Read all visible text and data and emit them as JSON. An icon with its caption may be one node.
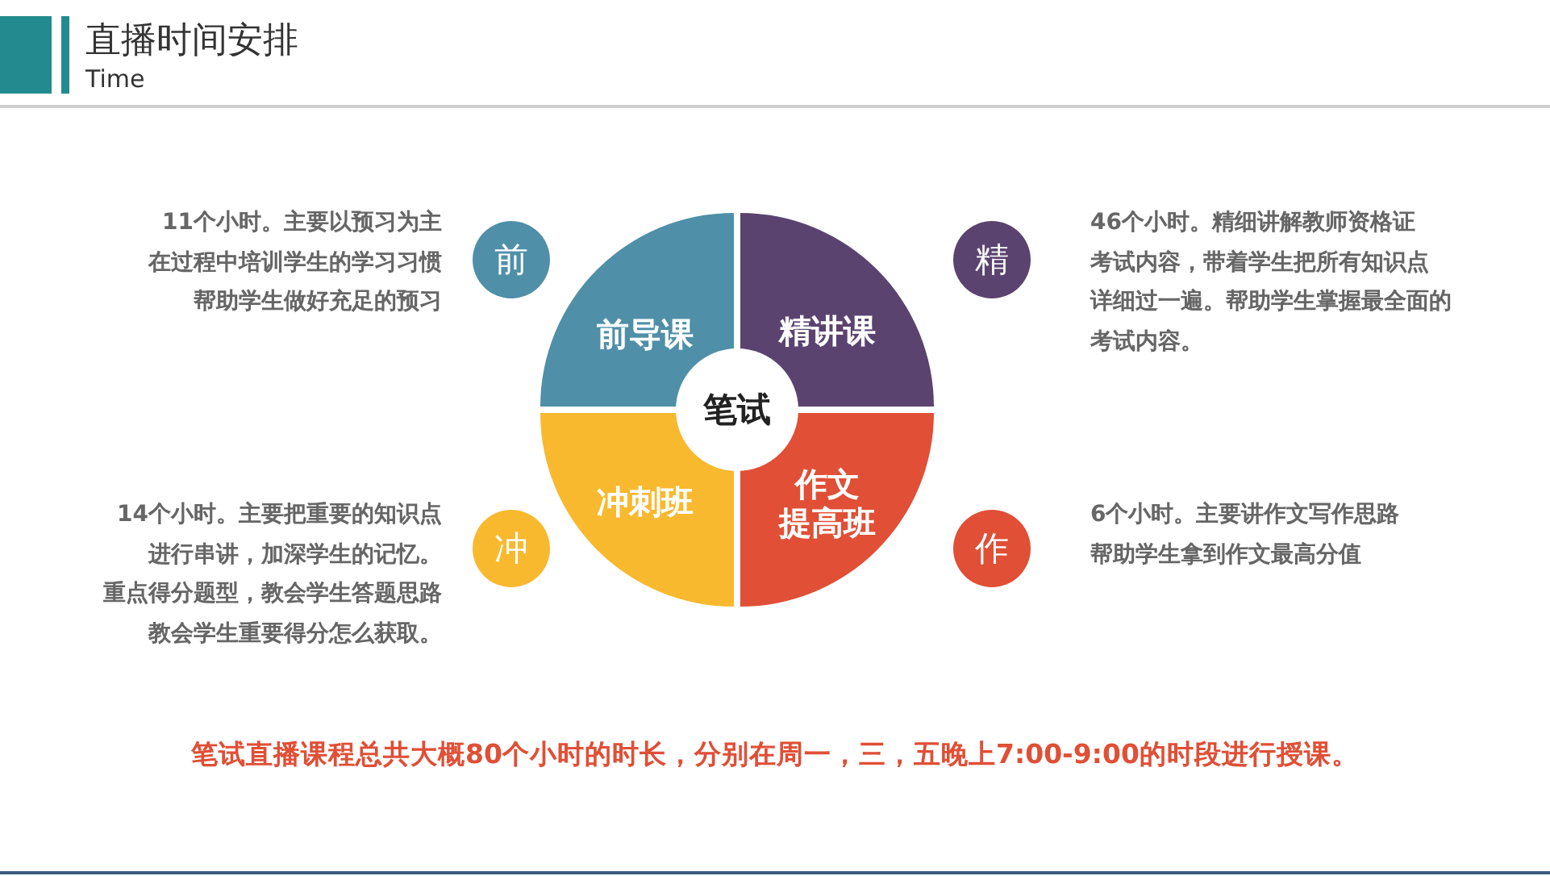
{
  "diagram": {
    "title": "直播时间安排",
    "nodes": [
      {
        "text": [
          "前"
        ],
        "beside": [
          "11个小时。主要以预习为主在过程中培训学生的学习习惯帮助学生做好充足的预习"
        ]
      },
      {
        "text": [
          "前导课"
        ]
      },
      {
        "text": [
          "精讲课"
        ]
      },
      {
        "text": [
          "精"
        ],
        "beside": [
          "46个小时。精细讲解教师资格证考试内容，带着学生把所有知识点详细过一遍。帮助学生掌握最全面的考试内容。"
        ]
      },
      {
        "text": [
          "笔试"
        ]
      },
      {
        "text": [
          "冲"
        ],
        "beside": [
          "14个小时。主要把重要的知识点进行串讲，加深学生的记忆。重点得分题型，教会学生答题思路教会学生重要得分怎么获取。"
        ]
      },
      {
        "text": [
          "冲刺班"
        ]
      },
      {
        "text": [
          "作文提高班"
        ]
      },
      {
        "text": [
          "作"
        ],
        "beside": [
          "6个小时。主要讲作文写作思路帮助学生拿到作文最高分值"
        ]
      }
    ],
    "edges": [],
    "labels": [
      "Time",
      "笔试直播课程总共大概80个小时的时长，分别在周一，三，五晚上7:00-9:00的时段进行授课。"
    ]
  }
}
